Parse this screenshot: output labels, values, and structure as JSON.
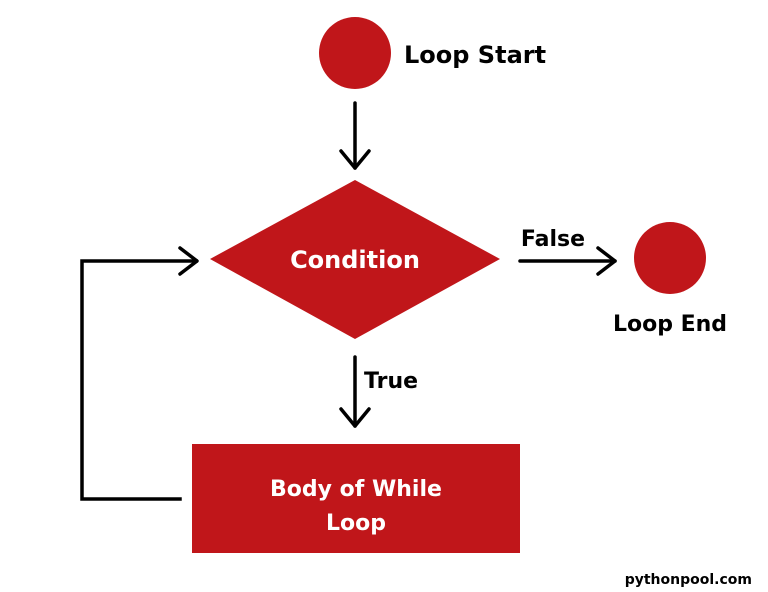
{
  "diagram": {
    "start_label": "Loop Start",
    "condition_label": "Condition",
    "false_label": "False",
    "end_label": "Loop End",
    "true_label": "True",
    "body_label_line1": "Body of While",
    "body_label_line2": "Loop",
    "watermark": "pythonpool.com"
  },
  "colors": {
    "shape_fill": "#C0161A",
    "line": "#000000",
    "text_dark": "#000000",
    "text_light": "#ffffff"
  }
}
